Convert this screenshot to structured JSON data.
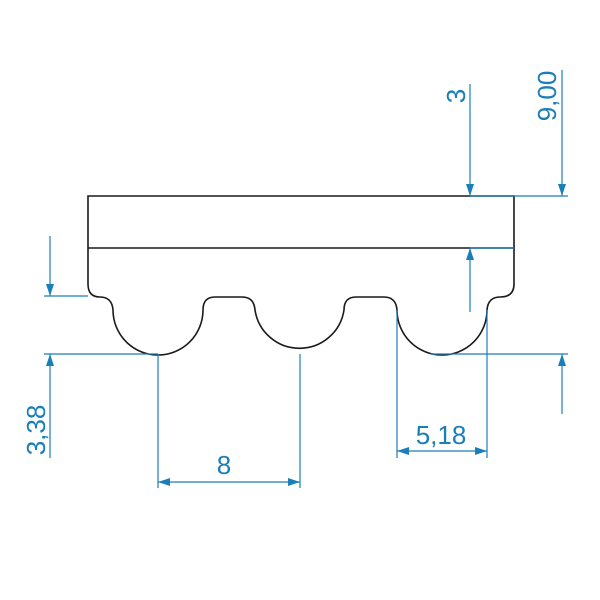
{
  "colors": {
    "outline": "#1a1a1a",
    "dimension": "#1a7fb8",
    "background": "#ffffff"
  },
  "dimensions": {
    "tooth_height": "3,38",
    "pitch": "8",
    "tooth_width": "5,18",
    "backing_thickness": "3",
    "total_height": "9,00"
  }
}
